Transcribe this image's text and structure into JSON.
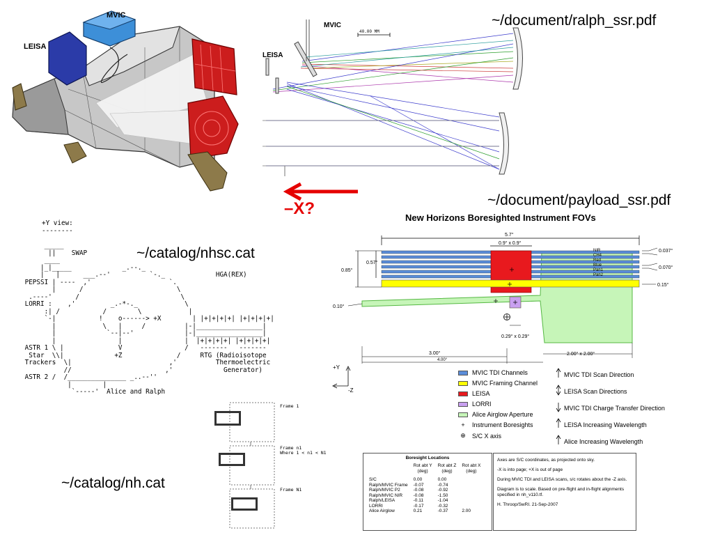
{
  "labels": {
    "ralph_path": "~/document/ralph_ssr.pdf",
    "payload_path": "~/document/payload_ssr.pdf",
    "nhsc_cat": "~/catalog/nhsc.cat",
    "nh_cat": "~/catalog/nh.cat",
    "minus_x": "–X?"
  },
  "ralph_3d": {
    "mvic": "MVIC",
    "leisa": "LEISA"
  },
  "ray_trace": {
    "mvic": "MVIC",
    "leisa": "LEISA",
    "scale": "40.00  MM"
  },
  "ascii": {
    "header": "+Y view:\n--------",
    "body": "      _____\n       ||    SWAP\n      ____\n     |_|_____             _.--._\n     |   |      ___.--'          `-._             HGA(REX)\n PEPSSI | ----  ,'                    `.\n        |      /                        \\\n  .----'      /                          \\\n LORRI :    ,'         _.-*-._            \\\n      :| /           /        \\            |\n      `-|           !    o------> +X        | |+|+|+|+| |+|+|+|+|\n        |            \\   |     /          |-|_________________|\n        |             `--|--'             |-|_________________|\n        |                |                |  |+|+|+|+| |+|+|+|+|\n ASTR 1 \\ |              V                /   -------   -------\n  Star  \\\\|             +Z              /     RTG (Radioisotope\n Trackers  \\|                         ,'          Thermoelectric\n           //                        ,'             Generator)\n ASTR 2 /  /_______________ _..--''\n            |        |\n             `-----'  Alice and Ralph"
  },
  "frames": {
    "f1": "Frame 1",
    "fn1": "Frame n1\nWhere 1 < n1 < N1",
    "fN": "Frame N1"
  },
  "fov": {
    "title": "New Horizons Boresighted Instrument FOVs",
    "dim_57": "5.7°",
    "dim_09": "0.9° x 0.9°",
    "dim_057": "0.57°",
    "dim_085": "0.85°",
    "dim_010": "0.10°",
    "dim_0037": "0.037°",
    "dim_0070": "0.070°",
    "dim_015": "0.15°",
    "dim_029": "0.29° x 0.29°",
    "dim_300": "3.00°",
    "dim_400": "4.00°",
    "dim_200": "2.00° x 2.00°",
    "channels": [
      "NIR",
      "CH4",
      "Red",
      "Blue",
      "Pan1",
      "Pan2"
    ],
    "axis_y": "+Y",
    "axis_z": "-Z",
    "legend": [
      {
        "label": "MVIC TDI Channels",
        "color": "#5b8dd9"
      },
      {
        "label": "MVIC Framing Channel",
        "color": "#ffff00"
      },
      {
        "label": "LEISA",
        "color": "#e8191e"
      },
      {
        "label": "LORRI",
        "color": "#c9a0f0"
      },
      {
        "label": "Alice Airglow Aperture",
        "color": "#c6f5b8"
      }
    ],
    "legend_symbols": [
      {
        "symbol": "+",
        "label": "Instrument Boresights"
      },
      {
        "symbol": "⊕",
        "label": "S/C X axis"
      }
    ],
    "directions": [
      {
        "arrow": "up",
        "label": "MVIC TDI Scan Direction"
      },
      {
        "arrow": "updown",
        "label": "LEISA Scan Directions"
      },
      {
        "arrow": "down",
        "label": "MVIC TDI Charge Transfer Direction"
      },
      {
        "arrow": "up",
        "label": "LEISA Increasing Wavelength"
      },
      {
        "arrow": "up",
        "label": "Alice Increasing Wavelength"
      }
    ],
    "boresight": {
      "title": "Boresight Locations",
      "headers": [
        "",
        "Rot abt Y\n(deg)",
        "Rot abt Z\n(deg)",
        "Rot abt X\n(deg)"
      ],
      "rows": [
        [
          "S/C",
          "0.00",
          "0.00",
          ""
        ],
        [
          "Ralph/MVIC Frame",
          "-0.07",
          "-0.74",
          ""
        ],
        [
          "Ralph/MVIC P2",
          "-0.08",
          "-0.92",
          ""
        ],
        [
          "Ralph/MVIC NIR",
          "-0.08",
          "-1.50",
          ""
        ],
        [
          "Ralph/LEISA",
          "-0.11",
          "-1.04",
          ""
        ],
        [
          "LORRI",
          "-0.17",
          "-0.32",
          ""
        ],
        [
          "Alice Airglow",
          "0.21",
          "-0.37",
          "2.00"
        ]
      ]
    },
    "notes": [
      "Axes are S/C coordinates, as projected onto sky.",
      "-X is into page; +X is out of page",
      "During MVIC TDI and LEISA scans, s/c rotates about the -Z axis.",
      "Diagram is to scale.  Based on pre-flight and in-flight alignments specified in nh_v110.tf.",
      "H. Throop/SwRI.  21-Sep-2007"
    ]
  }
}
